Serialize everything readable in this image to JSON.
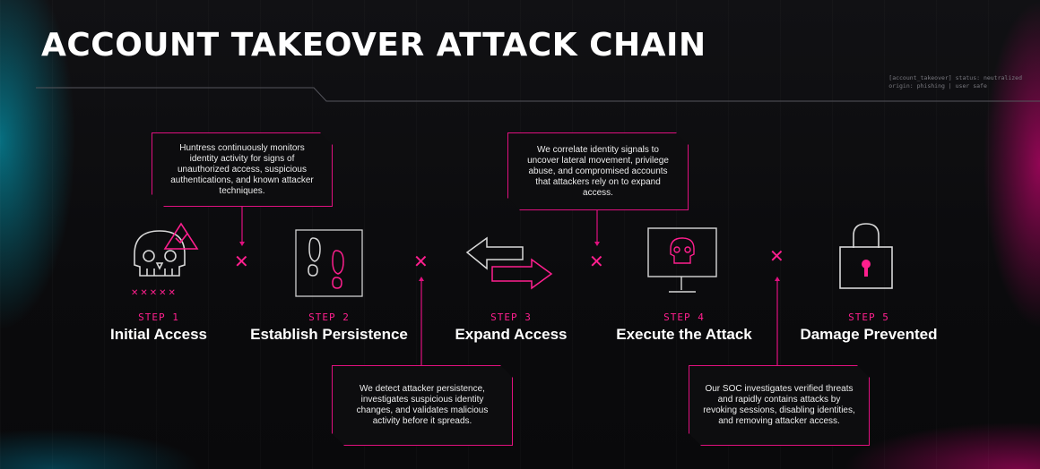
{
  "title": "ACCOUNT TAKEOVER ATTACK CHAIN",
  "status": {
    "line1": "[account_takeover] status: neutralized",
    "line2": "origin: phishing | user safe"
  },
  "steps": [
    {
      "num": "STEP 1",
      "name": "Initial Access",
      "icon": "skull-warning-icon"
    },
    {
      "num": "STEP 2",
      "name": "Establish Persistence",
      "icon": "footprints-icon"
    },
    {
      "num": "STEP 3",
      "name": "Expand Access",
      "icon": "arrows-exchange-icon"
    },
    {
      "num": "STEP 4",
      "name": "Execute the Attack",
      "icon": "monitor-skull-icon"
    },
    {
      "num": "STEP 5",
      "name": "Damage Prevented",
      "icon": "padlock-icon"
    }
  ],
  "callouts": {
    "monitor": "Huntress continuously monitors identity activity for signs of unauthorized access, suspicious authentications, and known attacker techniques.",
    "correlate": "We correlate identity signals to uncover lateral movement, privilege abuse, and compromised accounts that attackers rely on to expand access.",
    "detect": "We detect attacker persistence, investigates suspicious identity changes, and validates malicious activity before it spreads.",
    "soc": "Our SOC investigates verified threats and rapidly contains attacks by revoking sessions, disabling identities, and removing attacker access."
  },
  "marks": {
    "x": "✕",
    "skull_marks": "✕✕✕✕✕"
  },
  "colors": {
    "accent": "#ff1f8e",
    "line": "#e0107f",
    "background": "#0a0a0c"
  }
}
